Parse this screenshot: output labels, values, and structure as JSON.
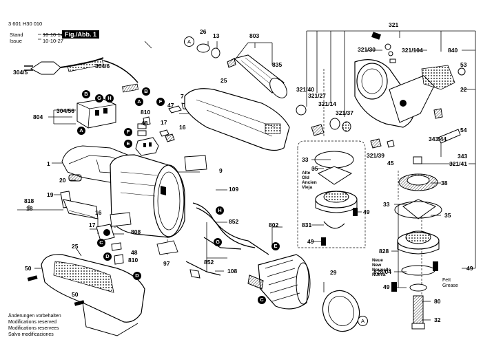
{
  "header": {
    "doc_number": "3 601 H30 010",
    "stand_label": "Stand",
    "stand_date": "10-10-14",
    "issue_label": "Issue",
    "issue_date": "10-10-27",
    "figure_label": "Fig./Abb. 1"
  },
  "footer_notes": [
    "Änderungen vorbehalten",
    "Modifications reserved",
    "Modifications reservees",
    "Salvo modificaciones"
  ],
  "old_labels": [
    "Alte",
    "Old",
    "Ancien",
    "Vieja"
  ],
  "new_labels": [
    "Neue",
    "New",
    "Nouvelle",
    "Nueva"
  ],
  "grease_labels": [
    "Fett",
    "Grease"
  ],
  "connector_letters": [
    "A",
    "B",
    "C",
    "D",
    "E",
    "F",
    "G",
    "H"
  ],
  "part_numbers": {
    "p1": "1",
    "p7": "7",
    "p9": "9",
    "p13": "13",
    "p16a": "16",
    "p16b": "16",
    "p17a": "17",
    "p17b": "17",
    "p18": "18",
    "p19": "19",
    "p20": "20",
    "p22": "22",
    "p25a": "25",
    "p25b": "25",
    "p26": "26",
    "p29": "29",
    "p32": "32",
    "p33a": "33",
    "p33b": "33",
    "p35a": "35",
    "p35b": "35",
    "p38": "38",
    "p45": "45",
    "p47": "47",
    "p48a": "48",
    "p48b": "48",
    "p49a": "49",
    "p49b": "49",
    "p49c": "49",
    "p49d": "49",
    "p50a": "50",
    "p50b": "50",
    "p53": "53",
    "p54": "54",
    "p80": "80",
    "p97": "97",
    "p108": "108",
    "p109": "109",
    "p304_5": "304/5",
    "p304_6": "304/6",
    "p304_56": "304/56",
    "p321": "321",
    "p321_14": "321/14",
    "p321_27": "321/27",
    "p321_30": "321/30",
    "p321_37": "321/37",
    "p321_39": "321/39",
    "p321_40": "321/40",
    "p321_41": "321/41",
    "p321_104": "321/104",
    "p343": "343",
    "p343_44": "343/44",
    "p802": "802",
    "p803": "803",
    "p804": "804",
    "p808": "808",
    "p810a": "810",
    "p810b": "810",
    "p818": "818",
    "p828": "828",
    "p828_04": "828/04",
    "p831": "831",
    "p835": "835",
    "p840": "840",
    "p852a": "852",
    "p852b": "852"
  },
  "colors": {
    "ink": "#000000",
    "paper": "#ffffff",
    "gray": "#8a8a8a",
    "light": "#d8d8d8"
  }
}
